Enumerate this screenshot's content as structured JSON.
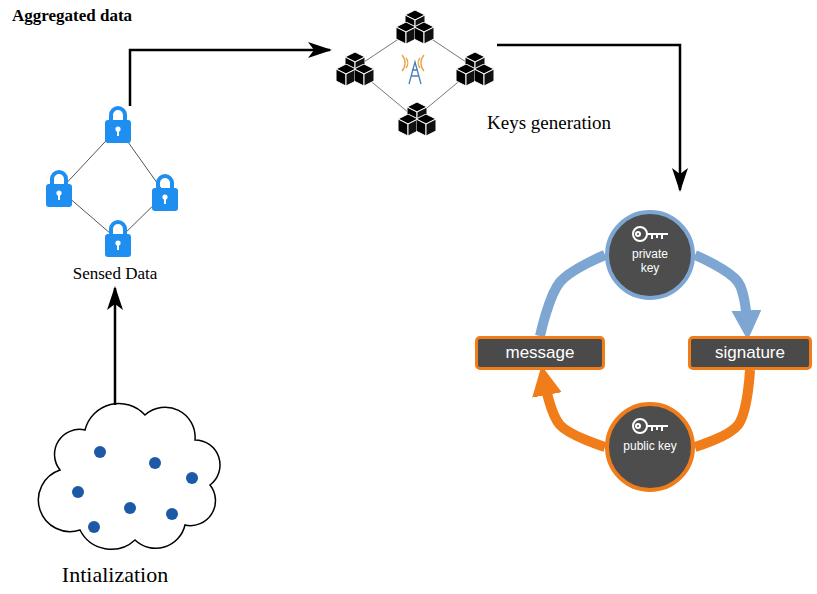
{
  "diagram": {
    "nodes": [
      {
        "text": [
          "Sensed Data"
        ]
      },
      {
        "text": [
          "Intialization"
        ]
      },
      {
        "text": [
          "private key"
        ]
      },
      {
        "text": [
          "message"
        ]
      },
      {
        "text": [
          "signature"
        ]
      },
      {
        "text": [
          "public key"
        ]
      }
    ],
    "edges": [
      {
        "from": 1,
        "to": 0,
        "arrow": "to"
      },
      {
        "from": 3,
        "to": 2,
        "arrow": "none"
      },
      {
        "from": 2,
        "to": 4,
        "arrow": "to"
      },
      {
        "from": 4,
        "to": 5,
        "arrow": "none"
      },
      {
        "from": 5,
        "to": 3,
        "arrow": "to"
      }
    ],
    "labels": [
      "Aggregated data",
      "Keys generation"
    ]
  }
}
